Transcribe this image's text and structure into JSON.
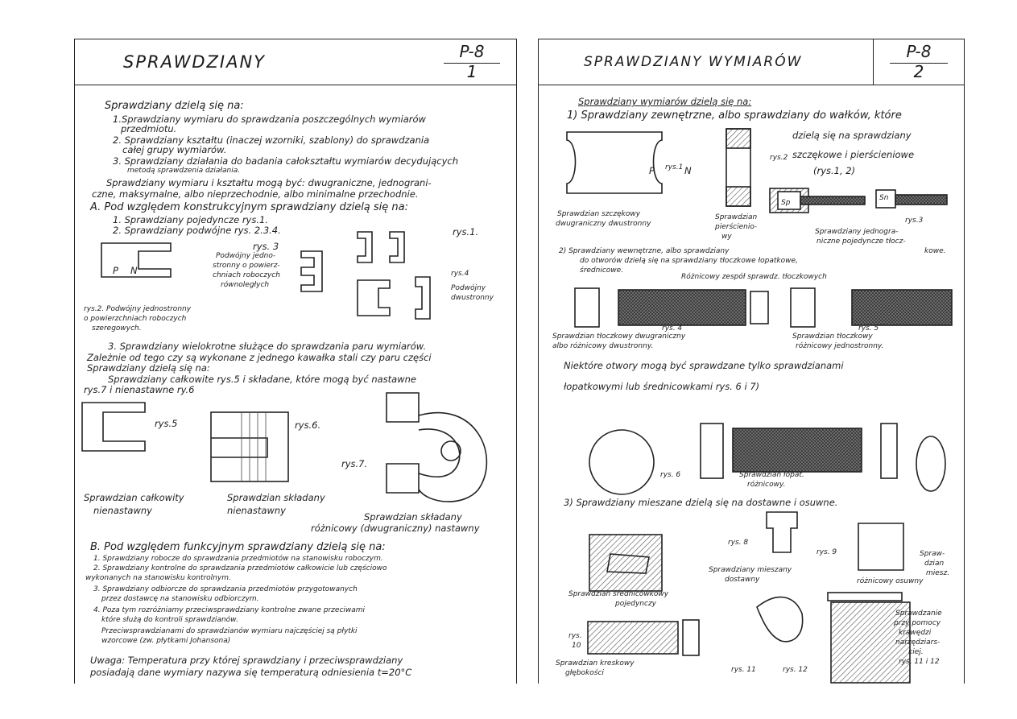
{
  "left": {
    "title": "SPRAWDZIANY",
    "code_top": "P-8",
    "code_bottom": "1",
    "lines": [
      "Sprawdziany dzielą się na:",
      "1.Sprawdziany wymiaru do sprawdzania poszczególnych wymiarów",
      "przedmiotu.",
      "2. Sprawdziany kształtu (inaczej wzorniki, szablony) do sprawdzania",
      "całej grupy wymiarów.",
      "3. Sprawdziany działania do badania całokształtu wymiarów decydujących",
      "metodą sprawdzenia działania.",
      "Sprawdziany wymiaru i kształtu mogą być: dwugraniczne, jednograni-",
      "czne, maksymalne, albo nieprzechodnie, albo minimalne przechodnie.",
      "A. Pod względem konstrukcyjnym sprawdziany dzielą się na:",
      "1. Sprawdziany pojedyncze rys.1.",
      "2. Sprawdziany podwójne rys. 2.3.4.",
      "rys. 3",
      "Podwójny jedno-",
      "stronny o powierz-",
      "chniach roboczych",
      "równoległych",
      "rys.1.",
      "rys.4",
      "Podwójny",
      "dwustronny",
      "rys.2. Podwójny jednostronny",
      "o powierzchniach roboczych",
      "szeregowych.",
      "3. Sprawdziany wielokrotne służące do sprawdzania paru wymiarów.",
      "Zależnie od tego czy są wykonane z jednego kawałka stali czy paru części",
      "Sprawdziany dzielą się na:",
      "Sprawdziany całkowite rys.5 i składane, które mogą być nastawne",
      "rys.7 i nienastawne ry.6",
      "rys.5",
      "rys.6.",
      "rys.7.",
      "Sprawdzian całkowity",
      "nienastawny",
      "Sprawdzian składany",
      "nienastawny",
      "Sprawdzian składany",
      "różnicowy (dwugraniczny) nastawny",
      "B. Pod względem funkcyjnym sprawdziany dzielą się na:",
      "1. Sprawdziany robocze do sprawdzania przedmiotów na stanowisku roboczym.",
      "2. Sprawdziany kontrolne do sprawdzania przedmiotów całkowicie lub częściowo",
      "wykonanych na stanowisku kontrolnym.",
      "3. Sprawdziany odbiorcze do sprawdzania przedmiotów przygotowanych",
      "przez dostawcę na stanowisku odbiorczym.",
      "4. Poza tym rozróżniamy przeciwsprawdziany kontrolne zwane przeciwami",
      "które służą do kontroli sprawdzianów.",
      "Przeciwsprawdzianami do sprawdzianów wymiaru najczęściej są płytki",
      "wzorcowe (zw. płytkami Johansona)",
      "Uwaga: Temperatura przy której sprawdziany i przeciwsprawdziany",
      "posiadają dane wymiary nazywa się temperaturą odniesienia t=20°C"
    ],
    "fig_labels": [
      "P",
      "N"
    ]
  },
  "right": {
    "title": "SPRAWDZIANY WYMIARÓW",
    "code_top": "P-8",
    "code_bottom": "2",
    "lines": [
      "Sprawdziany wymiarów dzielą się na:",
      "1) Sprawdziany zewnętrzne, albo sprawdziany do wałków, które",
      "dzielą się na sprawdziany",
      "szczękowe i pierścieniowe",
      "(rys.1, 2)",
      "rys.1",
      "rys.2",
      "rys.3",
      "Sprawdzian szczękowy",
      "dwugraniczny dwustronny",
      "Sprawdzian",
      "pierścienio-",
      "wy",
      "Sprawdziany jednogra-",
      "niczne pojedyncze tłocz-",
      "kowe.",
      "2) Sprawdziany wewnętrzne, albo sprawdziany",
      "do otworów dzielą się na sprawdziany tłoczkowe łopatkowe,",
      "średnicowe.",
      "Różnicowy zespół sprawdz. tłoczkowych",
      "rys. 4",
      "rys. 5",
      "Sprawdzian tłoczkowy dwugraniczny",
      "albo różnicowy dwustronny.",
      "Sprawdzian tłoczkowy",
      "różnicowy jednostronny.",
      "Niektóre otwory mogą być sprawdzane tylko sprawdzianami",
      "łopatkowymi lub średnicowkami rys. 6 i 7)",
      "rys. 6",
      "Sprawdzian łopat.",
      "różnicowy.",
      "3) Sprawdziany mieszane dzielą się na dostawne i osuwne.",
      "rys. 8",
      "rys. 9",
      "Sprawdziany mieszany",
      "dostawny",
      "Spraw-",
      "dzian",
      "miesz.",
      "różnicowy osuwny",
      "Sprawdzian średnicówkowy",
      "pojedynczy",
      "rys.",
      "10",
      "Sprawdzian kreskowy",
      "głębokości",
      "rys. 11",
      "rys. 12",
      "Sprawdzanie",
      "przy pomocy",
      "krawędzi",
      "narzędziars-",
      "kiej.",
      "rys. 11 i 12"
    ],
    "fig_labels": [
      "P",
      "N",
      "Sp",
      "Sn"
    ]
  }
}
